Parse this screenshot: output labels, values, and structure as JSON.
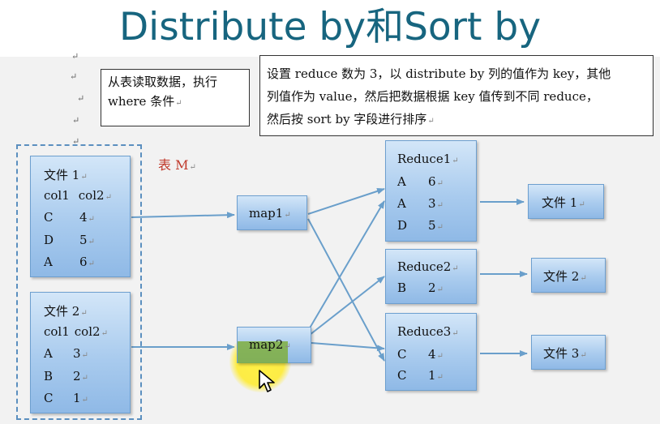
{
  "title": "Distribute by和Sort by",
  "note_left": [
    "从表读取数据，执行",
    "where 条件"
  ],
  "note_right": [
    "设置 reduce 数为 3，以 distribute by 列的值作为 key，其他",
    "列值作为 value，然后把数据根据 key 值传到不同 reduce，",
    "然后按 sort by 字段进行排序"
  ],
  "table_label": "表 M",
  "para_mark": "↵",
  "file1": {
    "title": "文件 1",
    "header": [
      "col1",
      "col2"
    ],
    "rows": [
      [
        "C",
        "4"
      ],
      [
        "D",
        "5"
      ],
      [
        "A",
        "6"
      ]
    ]
  },
  "file2": {
    "title": "文件 2",
    "header": [
      "col1",
      "col2"
    ],
    "rows": [
      [
        "A",
        "3"
      ],
      [
        "B",
        "2"
      ],
      [
        "C",
        "1"
      ]
    ]
  },
  "map1": "map1",
  "map2": "map2",
  "reduce1": {
    "title": "Reduce1",
    "rows": [
      [
        "A",
        "6"
      ],
      [
        "A",
        "3"
      ],
      [
        "D",
        "5"
      ]
    ]
  },
  "reduce2": {
    "title": "Reduce2",
    "rows": [
      [
        "B",
        "2"
      ]
    ]
  },
  "reduce3": {
    "title": "Reduce3",
    "rows": [
      [
        "C",
        "4"
      ],
      [
        "C",
        "1"
      ]
    ]
  },
  "out1": "文件 1",
  "out2": "文件 2",
  "out3": "文件 3",
  "colors": {
    "title": "#17657f",
    "arrow": "#6a9fcb",
    "table_label": "#c0392b"
  }
}
